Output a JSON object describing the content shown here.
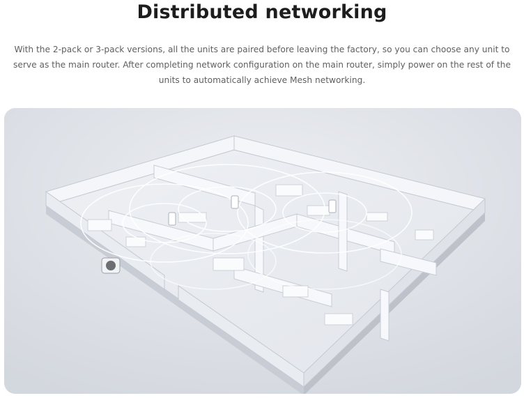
{
  "header": {
    "title": "Distributed networking",
    "description": "With the 2-pack or 3-pack versions, all the units are paired before leaving the factory, so you can choose any unit to serve as the main router. After completing network configuration on the main router, simply power on the rest of the units to automatically achieve Mesh networking."
  },
  "colors": {
    "background": "#ffffff",
    "title": "#1d1d1d",
    "description": "#5f5f5f",
    "illustration_bg": "#dde0e6",
    "walls": "#f4f6f9"
  },
  "illustration": {
    "subject": "isometric floor plan with mesh wifi coverage rings",
    "router_units": 3,
    "icons": [
      "router-icon",
      "wifi-signal-icon"
    ]
  }
}
